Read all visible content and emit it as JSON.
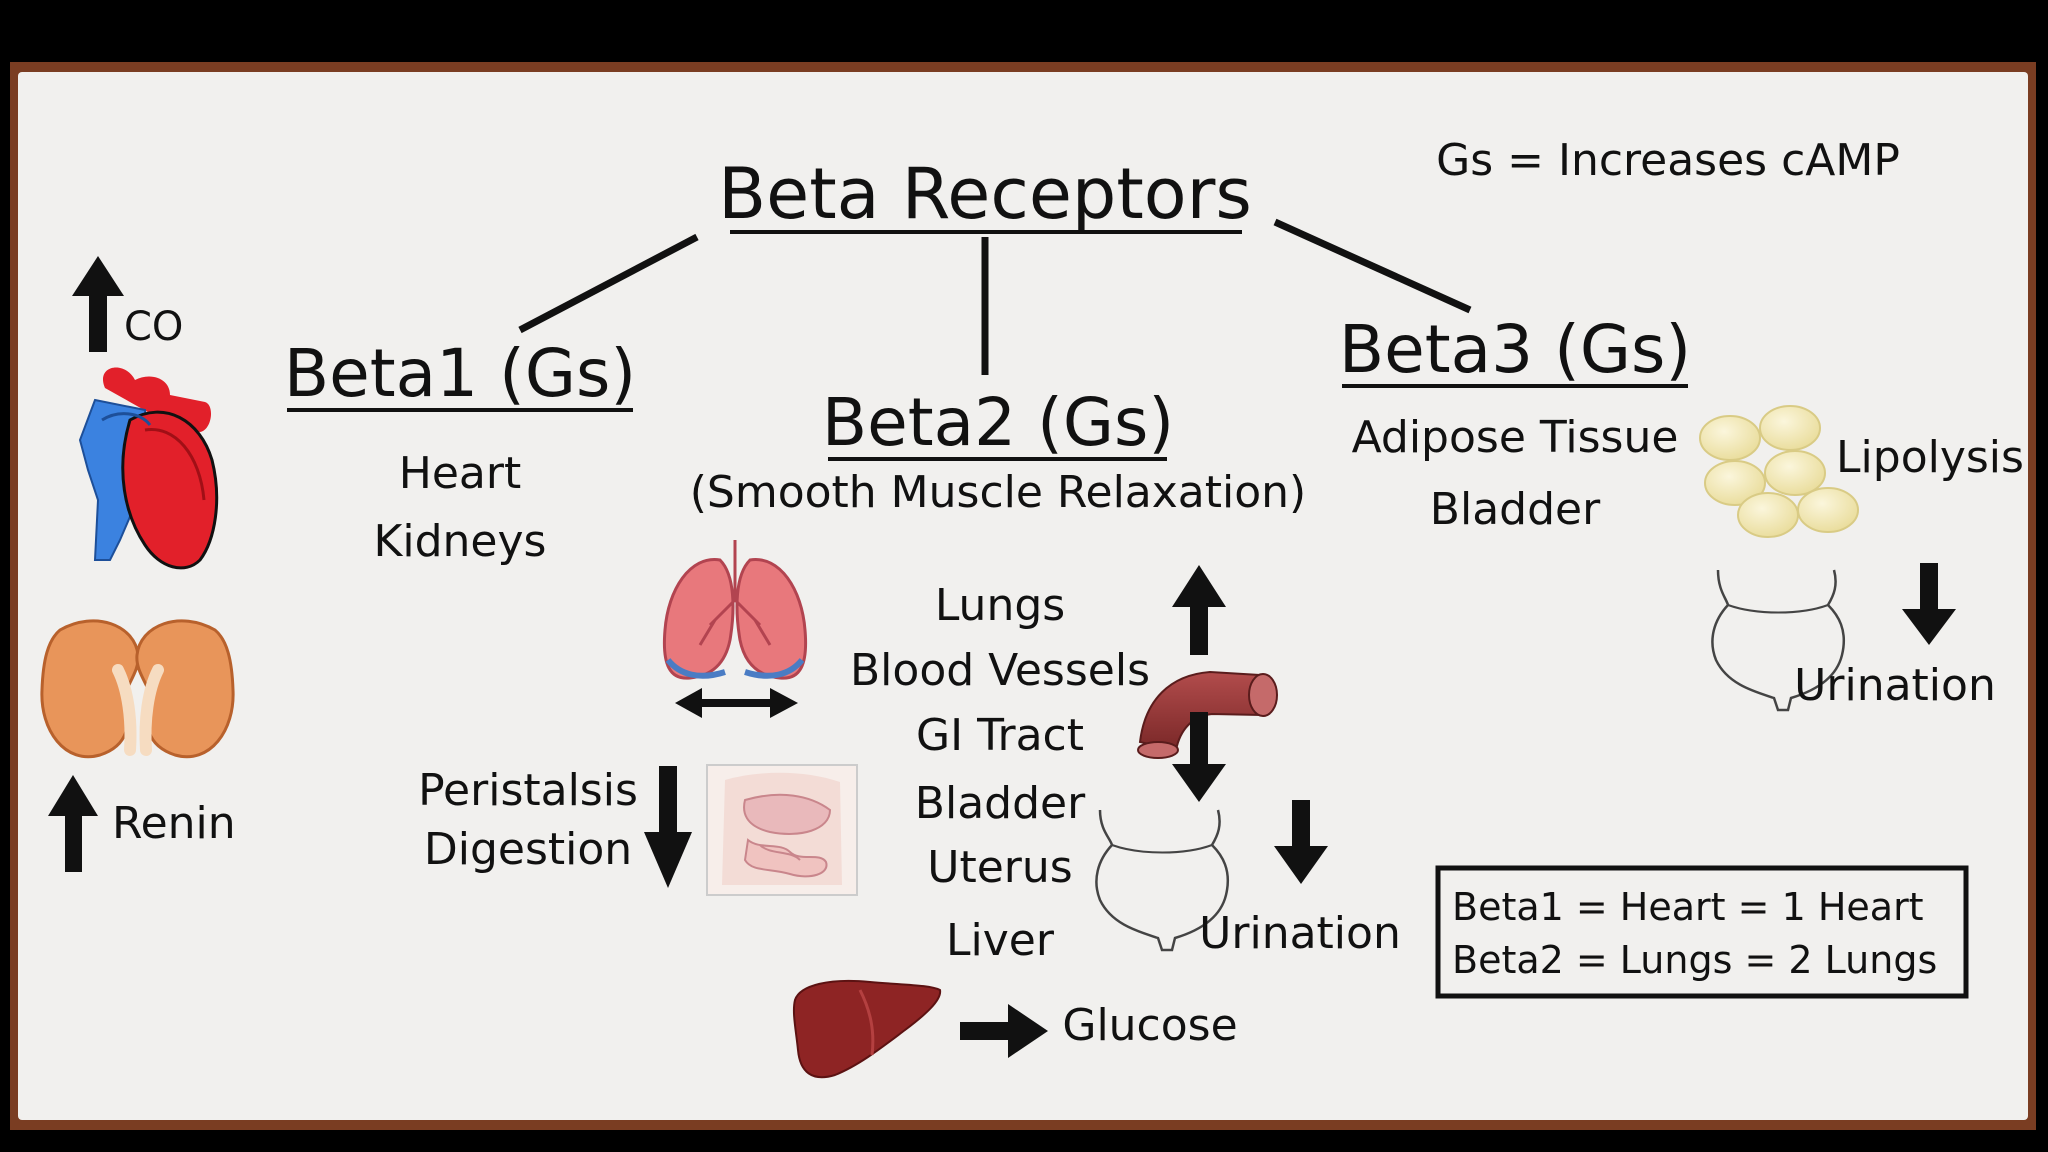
{
  "title": "Beta Receptors",
  "note": "Gs = Increases cAMP",
  "beta1": {
    "heading": "Beta1 (Gs)",
    "items": [
      "Heart",
      "Kidneys"
    ],
    "effects": {
      "co": "CO",
      "renin": "Renin"
    }
  },
  "beta2": {
    "heading": "Beta2 (Gs)",
    "subheading": "(Smooth Muscle Relaxation)",
    "items": [
      "Lungs",
      "Blood Vessels",
      "GI Tract",
      "Bladder",
      "Uterus",
      "Liver"
    ],
    "effects": {
      "peristalsis": "Peristalsis",
      "digestion": "Digestion",
      "urination": "Urination",
      "glucose": "Glucose"
    }
  },
  "beta3": {
    "heading": "Beta3 (Gs)",
    "items": [
      "Adipose Tissue",
      "Bladder"
    ],
    "effects": {
      "lipolysis": "Lipolysis",
      "urination": "Urination"
    }
  },
  "mnemonic": [
    "Beta1 = Heart = 1 Heart",
    "Beta2 = Lungs = 2 Lungs"
  ],
  "colors": {
    "board": "#7a3d22",
    "paper": "#f1f0ee",
    "heart_red": "#e2202a",
    "heart_blue": "#3b82e0",
    "kidney": "#e8955a",
    "lung": "#e8787c",
    "vessel": "#9a3a3a",
    "liver": "#8e2424",
    "fat": "#f3e9b8"
  },
  "icons": [
    "heart-icon",
    "kidneys-icon",
    "lungs-icon",
    "intestines-icon",
    "blood-vessel-icon",
    "bladder-icon",
    "liver-icon",
    "fat-cells-icon"
  ]
}
